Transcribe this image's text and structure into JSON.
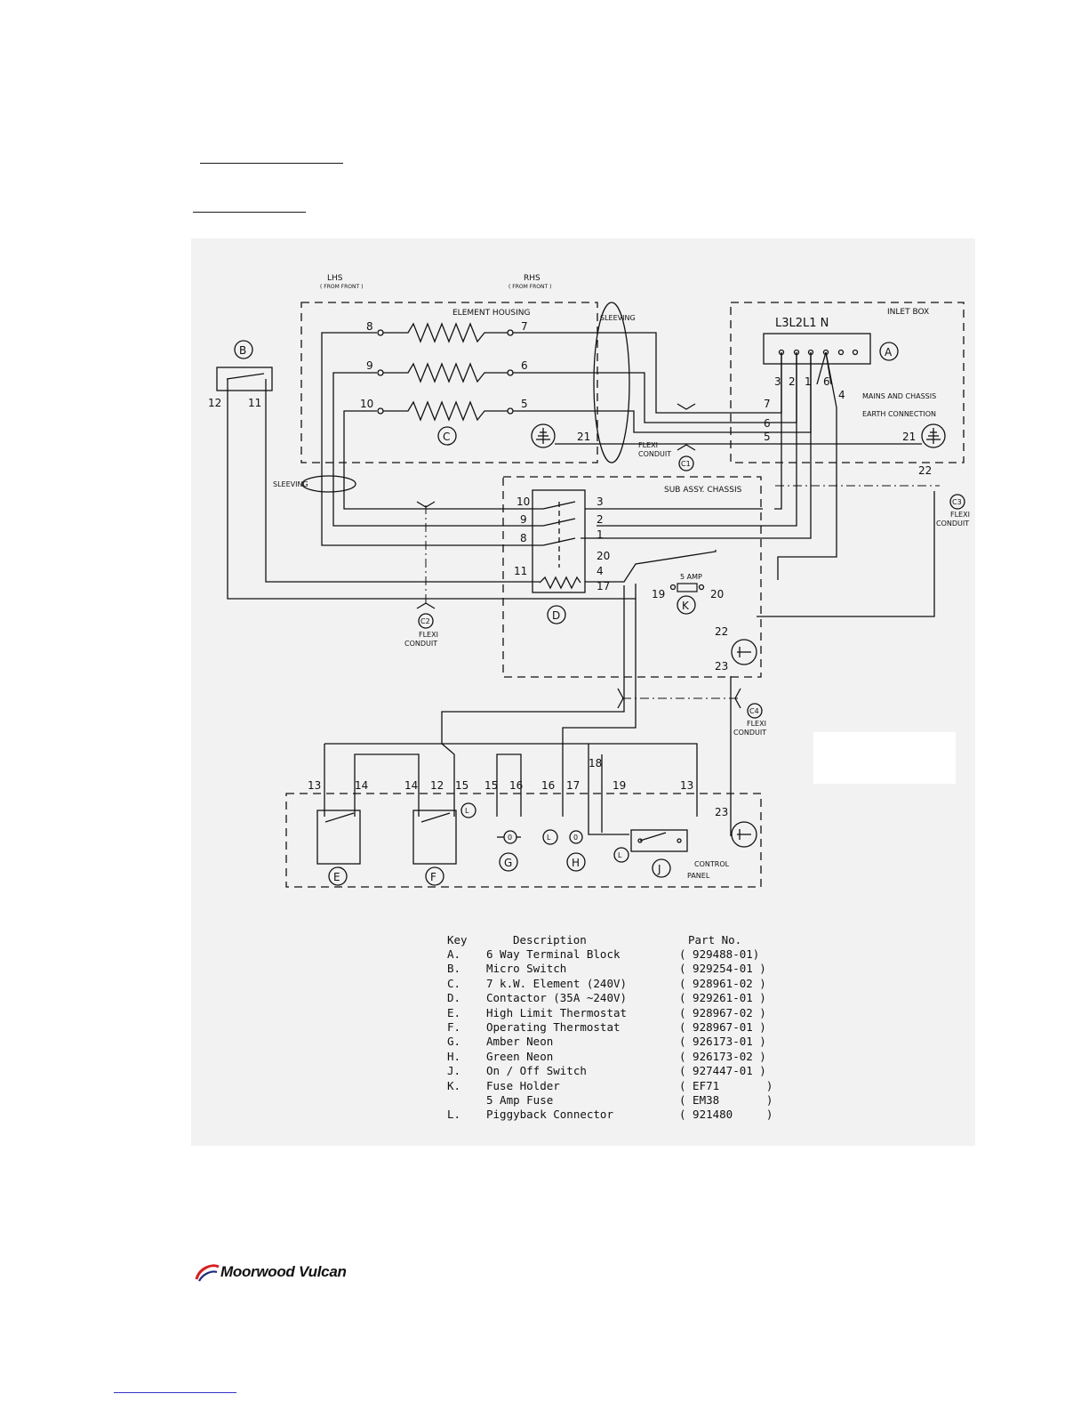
{
  "labels": {
    "lhs": "LHS",
    "rhs": "RHS",
    "from_front": "( FROM FRONT )",
    "element_housing": "ELEMENT HOUSING",
    "inlet_box": "INLET BOX",
    "phases": "L3L2L1  N",
    "sleeving": "SLEEVING",
    "mains_earth_1": "MAINS AND CHASSIS",
    "mains_earth_2": "EARTH CONNECTION",
    "sub_assy_chassis": "SUB ASSY. CHASSIS",
    "flexi": "FLEXI",
    "conduit": "CONDUIT",
    "control": "CONTROL",
    "panel": "PANEL",
    "five_amp": "5 AMP"
  },
  "key_table": {
    "headers": {
      "key": "Key",
      "description": "Description",
      "part_no": "Part No."
    },
    "rows": [
      {
        "key": "A.",
        "description": "6 Way Terminal Block",
        "part_no": "( 929488-01)"
      },
      {
        "key": "B.",
        "description": "Micro Switch",
        "part_no": "( 929254-01 )"
      },
      {
        "key": "C.",
        "description": "7 k.W. Element (240V)",
        "part_no": "( 928961-02 )"
      },
      {
        "key": "D.",
        "description": "Contactor (35A ~240V)",
        "part_no": "( 929261-01 )"
      },
      {
        "key": "E.",
        "description": "High Limit Thermostat",
        "part_no": "( 928967-02 )"
      },
      {
        "key": "F.",
        "description": "Operating Thermostat",
        "part_no": "( 928967-01 )"
      },
      {
        "key": "G.",
        "description": "Amber Neon",
        "part_no": "( 926173-01 )"
      },
      {
        "key": "H.",
        "description": "Green Neon",
        "part_no": "( 926173-02 )"
      },
      {
        "key": "J.",
        "description": "On / Off Switch",
        "part_no": "( 927447-01 )"
      },
      {
        "key": "K.",
        "description": "Fuse Holder",
        "part_no": "( EF71       )"
      },
      {
        "key": "",
        "description": "5 Amp Fuse",
        "part_no": "( EM38       )"
      },
      {
        "key": "L.",
        "description": "Piggyback Connector",
        "part_no": "( 921480     )"
      }
    ]
  },
  "footer": {
    "logo_text": "Moorwood Vulcan"
  }
}
